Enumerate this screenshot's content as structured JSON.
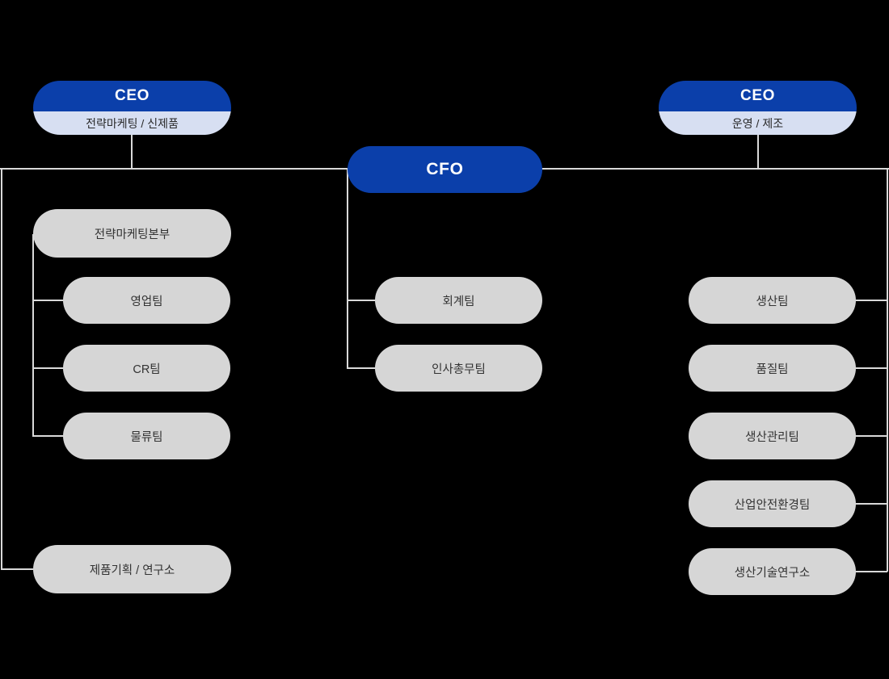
{
  "theme": {
    "background": "#000000",
    "accent_blue": "#0b3faa",
    "subtitle_blue": "#d7dff2",
    "node_gray": "#d6d6d6",
    "line_gray": "#d9d9d9",
    "node_text": "#333333"
  },
  "chart_data": {
    "type": "diagram",
    "subtype": "organization-chart",
    "title": "",
    "nodes": [
      {
        "id": "ceo-marketing",
        "label": "CEO",
        "sublabel": "전략마케팅 / 신제품",
        "kind": "executive",
        "column": "left"
      },
      {
        "id": "cfo",
        "label": "CFO",
        "sublabel": "",
        "kind": "executive-solid",
        "column": "center"
      },
      {
        "id": "ceo-operations",
        "label": "CEO",
        "sublabel": "운영 / 제조",
        "kind": "executive",
        "column": "right"
      },
      {
        "id": "strategic-marketing-hq",
        "label": "전략마케팅본부",
        "kind": "department",
        "column": "left",
        "parent": "ceo-marketing"
      },
      {
        "id": "sales-team",
        "label": "영업팀",
        "kind": "department",
        "column": "left",
        "parent": "strategic-marketing-hq"
      },
      {
        "id": "cr-team",
        "label": "CR팀",
        "kind": "department",
        "column": "left",
        "parent": "strategic-marketing-hq"
      },
      {
        "id": "logistics-team",
        "label": "물류팀",
        "kind": "department",
        "column": "left",
        "parent": "strategic-marketing-hq"
      },
      {
        "id": "product-planning-lab",
        "label": "제품기획 / 연구소",
        "kind": "department",
        "column": "left",
        "parent": "ceo-marketing"
      },
      {
        "id": "accounting-team",
        "label": "회계팀",
        "kind": "department",
        "column": "center",
        "parent": "cfo"
      },
      {
        "id": "hr-admin-team",
        "label": "인사총무팀",
        "kind": "department",
        "column": "center",
        "parent": "cfo"
      },
      {
        "id": "production-team",
        "label": "생산팀",
        "kind": "department",
        "column": "right",
        "parent": "ceo-operations"
      },
      {
        "id": "quality-team",
        "label": "품질팀",
        "kind": "department",
        "column": "right",
        "parent": "ceo-operations"
      },
      {
        "id": "production-management-team",
        "label": "생산관리팀",
        "kind": "department",
        "column": "right",
        "parent": "ceo-operations"
      },
      {
        "id": "safety-environment-team",
        "label": "산업안전환경팀",
        "kind": "department",
        "column": "right",
        "parent": "ceo-operations"
      },
      {
        "id": "production-tech-lab",
        "label": "생산기술연구소",
        "kind": "department",
        "column": "right",
        "parent": "ceo-operations"
      }
    ]
  },
  "org": {
    "left": {
      "ceo": {
        "title": "CEO",
        "subtitle": "전략마케팅 / 신제품"
      },
      "division": "전략마케팅본부",
      "teams": [
        "영업팀",
        "CR팀",
        "물류팀"
      ],
      "standalone": "제품기획 / 연구소"
    },
    "center": {
      "cfo": {
        "title": "CFO"
      },
      "teams": [
        "회계팀",
        "인사총무팀"
      ]
    },
    "right": {
      "ceo": {
        "title": "CEO",
        "subtitle": "운영 / 제조"
      },
      "teams": [
        "생산팀",
        "품질팀",
        "생산관리팀",
        "산업안전환경팀",
        "생산기술연구소"
      ]
    }
  }
}
